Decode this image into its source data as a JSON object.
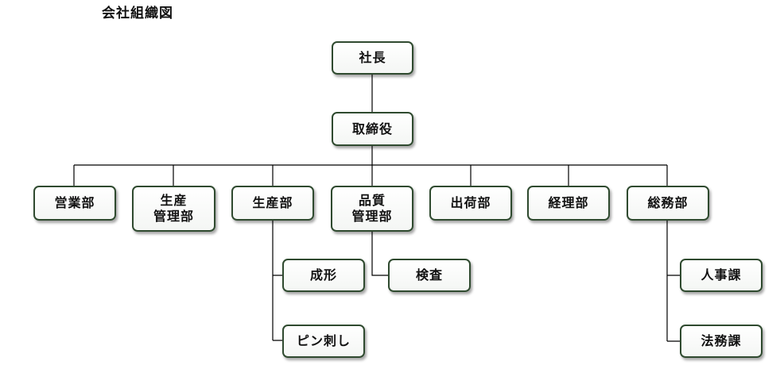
{
  "title": "会社組織図",
  "nodes": {
    "president": "社長",
    "director": "取締役",
    "sales": "営業部",
    "production_mgmt": "生産\n管理部",
    "production": "生産部",
    "quality_mgmt": "品質\n管理部",
    "shipping": "出荷部",
    "accounting": "経理部",
    "general_affairs": "総務部",
    "molding": "成形",
    "pin_piercing": "ピン刺し",
    "inspection": "検査",
    "hr": "人事課",
    "legal": "法務課"
  }
}
